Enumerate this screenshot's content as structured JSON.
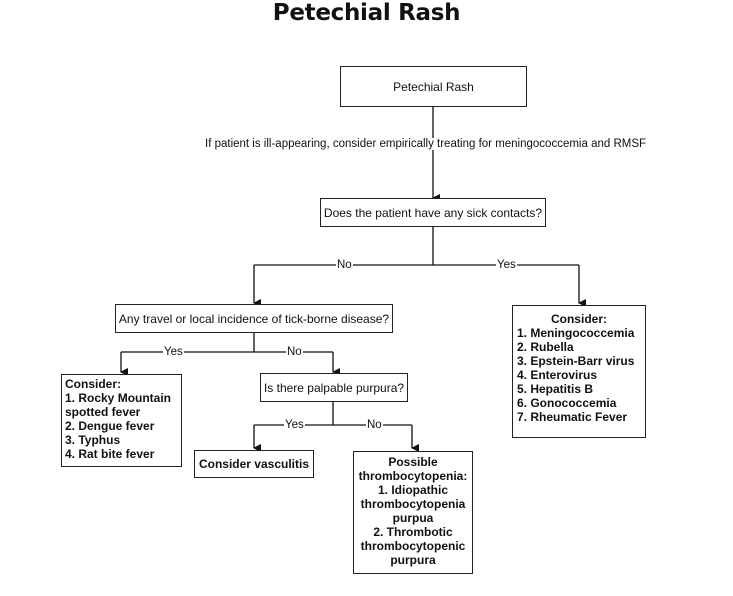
{
  "title": "Petechial Rash",
  "nodes": {
    "start": "Petechial Rash",
    "note": "If patient is ill-appearing, consider empirically treating for meningococcemia and RMSF",
    "sick_contacts": "Does the patient have any sick contacts?",
    "travel": "Any travel or local incidence of tick-borne disease?",
    "purpura": "Is there palpable purpura?",
    "vasculitis": "Consider vasculitis",
    "tick_box": {
      "heading": "Consider:",
      "items": [
        "1. Rocky Mountain spotted fever",
        "2. Dengue fever",
        "3. Typhus",
        "4. Rat bite fever"
      ]
    },
    "contacts_box": {
      "heading": "Consider:",
      "items": [
        "1. Meningococcemia",
        "2. Rubella",
        "3. Epstein-Barr virus",
        "4. Enterovirus",
        "5. Hepatitis B",
        "6. Gonococcemia",
        "7. Rheumatic Fever"
      ]
    },
    "thrombo_box": {
      "heading": "Possible thrombocytopenia:",
      "items": [
        "1. Idiopathic thrombocytopenia purpua",
        "2. Thrombotic thrombocytopenic purpura"
      ]
    }
  },
  "edge_labels": {
    "contacts_no": "No",
    "contacts_yes": "Yes",
    "travel_yes": "Yes",
    "travel_no": "No",
    "purpura_yes": "Yes",
    "purpura_no": "No"
  }
}
